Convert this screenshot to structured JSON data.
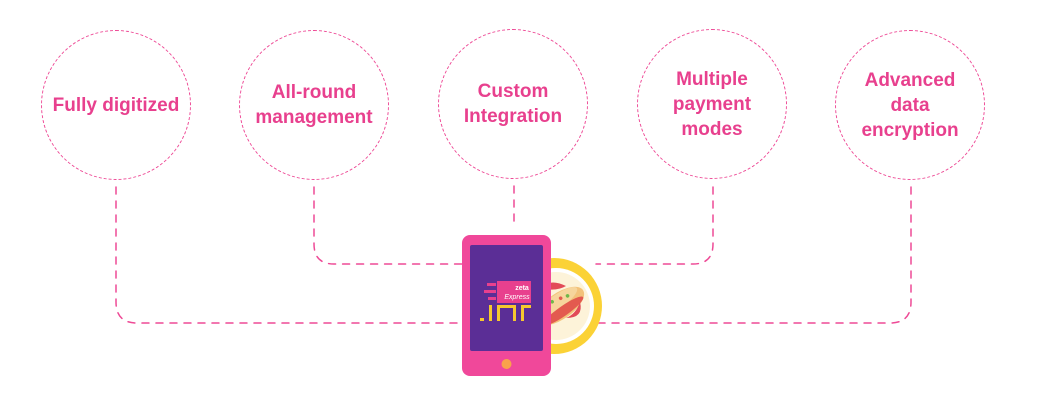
{
  "features": [
    {
      "label": "Fully digitized"
    },
    {
      "label": "All-round\nmanagement"
    },
    {
      "label": "Custom\nIntegration"
    },
    {
      "label": "Multiple\npayment\nmodes"
    },
    {
      "label": "Advanced\ndata\nencryption"
    }
  ],
  "phone": {
    "logo_text_top": "zeta",
    "logo_text_bottom": "Express"
  },
  "colors": {
    "accent": "#ee4a96",
    "text": "#e8408e",
    "phone_body": "#f0489a",
    "phone_screen": "#5b2e96",
    "plate_rim": "#fbd236",
    "plate_inner": "#ffffff"
  },
  "icons": {
    "phone": "smartphone-icon",
    "plate": "food-plate-icon",
    "logo": "zeta-express-logo-icon"
  }
}
